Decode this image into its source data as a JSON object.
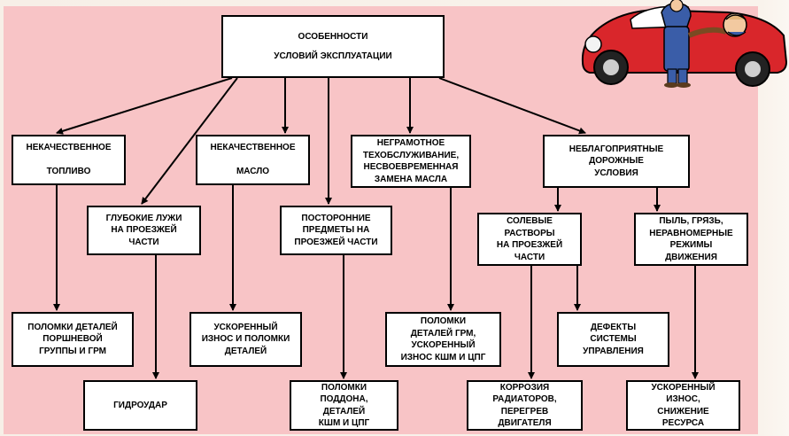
{
  "diagram": {
    "root": {
      "line1": "ОСОБЕННОСТИ",
      "line2": "условий эксплуатации"
    },
    "nodes": {
      "fuel": "НЕКАЧЕСТВЕННОЕ\n\nТОПЛИВО",
      "puddles": "ГЛУБОКИЕ ЛУЖИ\nНА ПРОЕЗЖЕЙ\nЧАСТИ",
      "oil": "НЕКАЧЕСТВЕННОЕ\n\nМАСЛО",
      "foreign": "ПОСТОРОННИЕ\nПРЕДМЕТЫ НА\nПРОЕЗЖЕЙ ЧАСТИ",
      "maintenance": "НЕГРАМОТНОЕ\nТЕХОБСЛУЖИВАНИЕ,\nНЕСВОЕВРЕМЕННАЯ\nЗАМЕНА МАСЛА",
      "road": "НЕБЛАГОПРИЯТНЫЕ\nДОРОЖНЫЕ\nУСЛОВИЯ",
      "salt": "СОЛЕВЫЕ\nРАСТВОРЫ\nНА ПРОЕЗЖЕЙ\nЧАСТИ",
      "dust": "ПЫЛЬ, ГРЯЗЬ,\nНЕРАВНОМЕРНЫЕ\nРЕЖИМЫ\nДВИЖЕНИЯ",
      "piston": "ПОЛОМКИ ДЕТАЛЕЙ\nПОРШНЕВОЙ\nГРУППЫ И ГРМ",
      "hydro": "ГИДРОУДАР",
      "wear": "УСКОРЕННЫЙ\nИЗНОС И ПОЛОМКИ\nДЕТАЛЕЙ",
      "pan": "ПОЛОМКИ\nПОДДОНА,\nДЕТАЛЕЙ\nКШМ И ЦПГ",
      "timing": "ПОЛОМКИ\nДЕТАЛЕЙ ГРМ,\nУСКОРЕННЫЙ\nИЗНОС КШМ И ЦПГ",
      "corrosion": "КОРРОЗИЯ\nРАДИАТОРОВ,\nПЕРЕГРЕВ\nДВИГАТЕЛЯ",
      "steering": "ДЕФЕКТЫ\nСИСТЕМЫ\nУПРАВЛЕНИЯ",
      "resource": "УСКОРЕННЫЙ\nИЗНОС,\nСНИЖЕНИЕ\nРЕСУРСА"
    }
  },
  "colors": {
    "background": "#f8c4c6",
    "box": "#ffffff",
    "car": "#d9262b",
    "mechanic_suit": "#3a5da8"
  },
  "illustration": "cartoon-mechanic-with-red-car"
}
